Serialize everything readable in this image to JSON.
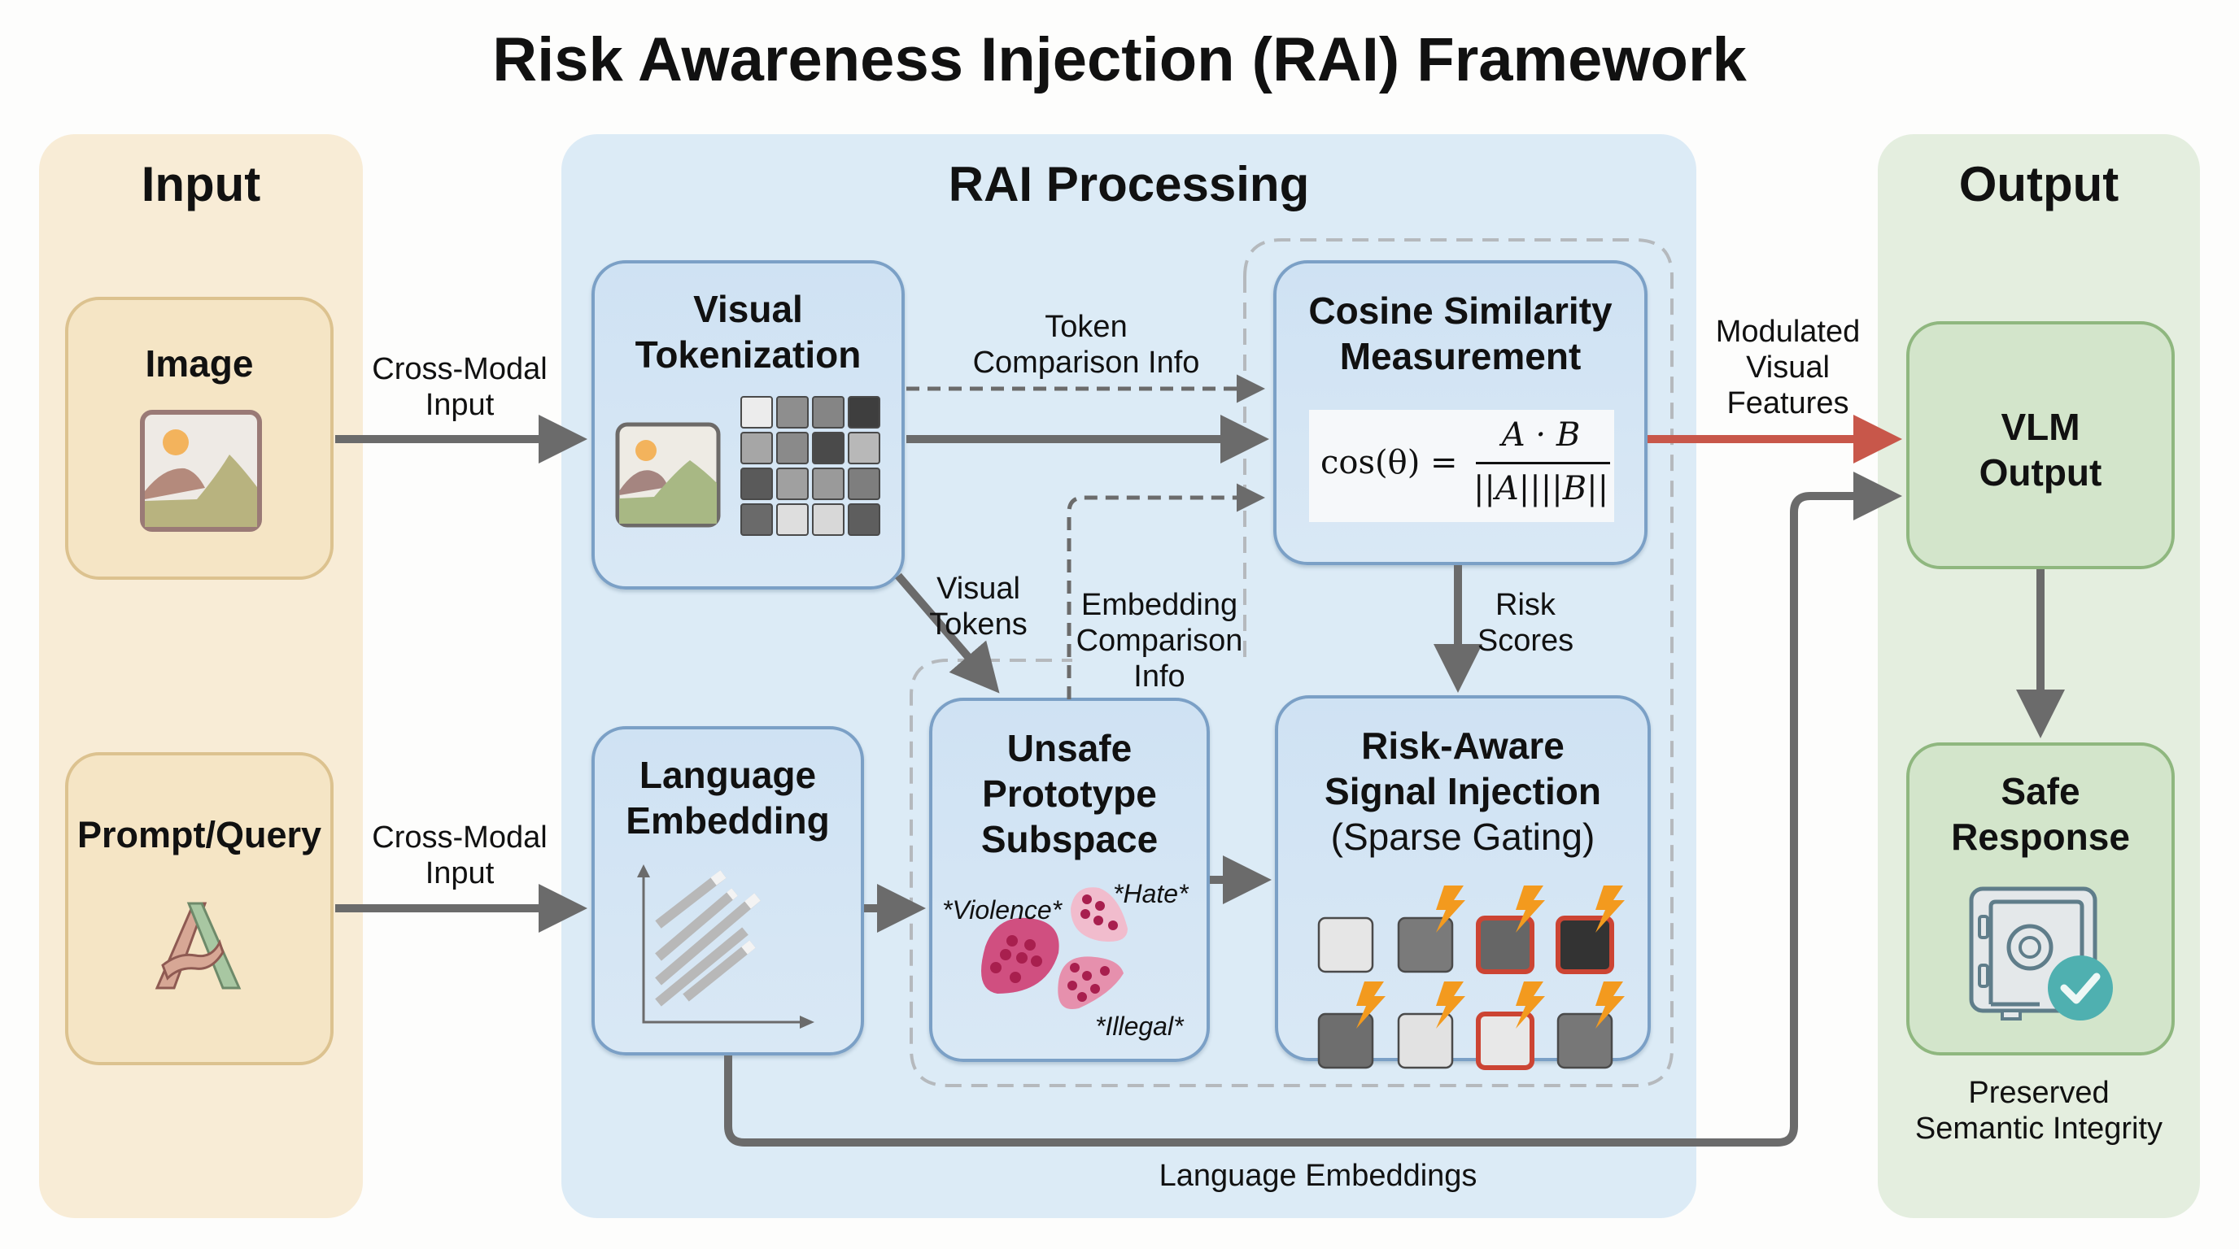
{
  "title": "Risk Awareness Injection (RAI) Framework",
  "columns": {
    "input": "Input",
    "processing": "RAI Processing",
    "output": "Output"
  },
  "input_boxes": {
    "image": {
      "label": "Image",
      "icon": "image-icon"
    },
    "prompt": {
      "label": "Prompt/Query",
      "icon": "letter-a-icon"
    }
  },
  "processing_boxes": {
    "visual_tokenization": {
      "line1": "Visual",
      "line2": "Tokenization"
    },
    "language_embedding": {
      "line1": "Language",
      "line2": "Embedding"
    },
    "unsafe_prototype": {
      "line1": "Unsafe",
      "line2": "Prototype",
      "line3": "Subspace",
      "clusters": [
        "*Violence*",
        "*Hate*",
        "*Illegal*"
      ]
    },
    "cosine_similarity": {
      "line1": "Cosine Similarity",
      "line2": "Measurement",
      "formula": {
        "lhs": "cos(θ) =",
        "numerator": "A · B",
        "denominator": "||A||||B||"
      }
    },
    "risk_aware_injection": {
      "line1": "Risk-Aware",
      "line2": "Signal Injection",
      "line3": "(Sparse Gating)",
      "tokens": [
        {
          "shade": "#e6e6e6",
          "bolt": false,
          "highlighted": false
        },
        {
          "shade": "#7a7a7a",
          "bolt": true,
          "highlighted": false
        },
        {
          "shade": "#666666",
          "bolt": true,
          "highlighted": true
        },
        {
          "shade": "#333333",
          "bolt": true,
          "highlighted": true
        },
        {
          "shade": "#6e6e6e",
          "bolt": true,
          "highlighted": false
        },
        {
          "shade": "#e2e2e2",
          "bolt": true,
          "highlighted": false
        },
        {
          "shade": "#e8e8e8",
          "bolt": true,
          "highlighted": true
        },
        {
          "shade": "#777777",
          "bolt": true,
          "highlighted": false
        }
      ]
    }
  },
  "output_boxes": {
    "vlm_output": {
      "line1": "VLM",
      "line2": "Output"
    },
    "safe_response": {
      "line1": "Safe",
      "line2": "Response",
      "icon": "safe-check-icon"
    }
  },
  "edge_labels": {
    "cross_modal_1": {
      "line1": "Cross-Modal",
      "line2": "Input"
    },
    "cross_modal_2": {
      "line1": "Cross-Modal",
      "line2": "Input"
    },
    "token_comparison": {
      "line1": "Token",
      "line2": "Comparison Info"
    },
    "visual_tokens": {
      "line1": "Visual",
      "line2": "Tokens"
    },
    "embedding_comparison": {
      "line1": "Embedding",
      "line2": "Comparison",
      "line3": "Info"
    },
    "risk_scores": {
      "line1": "Risk",
      "line2": "Scores"
    },
    "modulated": {
      "line1": "Modulated",
      "line2": "Visual",
      "line3": "Features"
    },
    "language_embeddings": "Language Embeddings",
    "preserved": {
      "line1": "Preserved",
      "line2": "Semantic Integrity"
    }
  },
  "colors": {
    "arrow": "#6b6b6b",
    "modulated_arrow": "#c8574a",
    "highlight_border": "#cc4433",
    "bolt": "#f39a1e",
    "cluster_violence": "#cf4a7a",
    "cluster_hate": "#f1b7c9",
    "cluster_illegal": "#e58aa8",
    "dot": "#a81f4e",
    "check": "#4fb0b0"
  }
}
